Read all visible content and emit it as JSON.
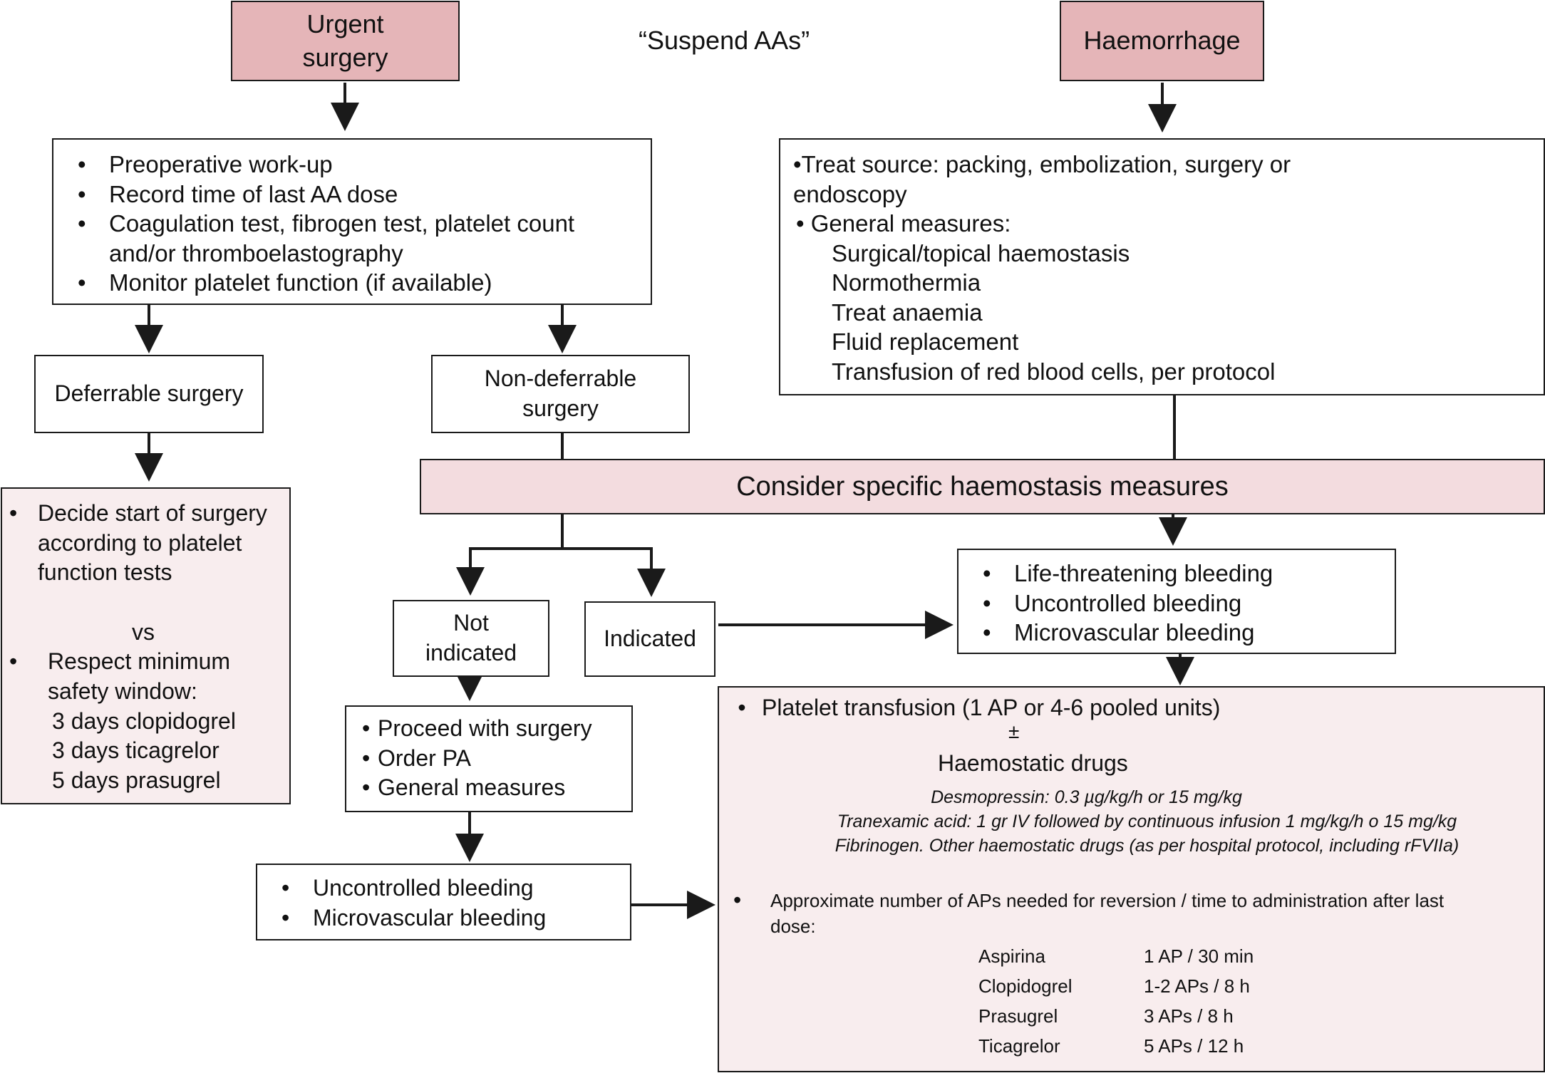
{
  "header": {
    "urgent": "Urgent surgery",
    "suspend": "“Suspend AAs”",
    "haemorrhage": "Haemorrhage"
  },
  "preop": {
    "items": [
      "Preoperative work-up",
      "Record time of last AA dose",
      "Coagulation test, fibrogen test, platelet count and/or thromboelastography",
      "Monitor platelet function (if available)"
    ]
  },
  "treat": {
    "source_label": "•Treat source: packing, embolization, surgery or endoscopy",
    "general_label": "General measures:",
    "general_items": [
      "Surgical/topical haemostasis",
      "Normothermia",
      "Treat anaemia",
      "Fluid replacement",
      "Transfusion of red blood cells, per protocol"
    ]
  },
  "deferrable": {
    "label": "Deferrable surgery"
  },
  "nondeferrable": {
    "label": "Non-deferrable surgery"
  },
  "consider": {
    "label": "Consider specific haemostasis measures"
  },
  "deferrable_detail": {
    "item1": "Decide start of surgery according to platelet function tests",
    "vs": "vs",
    "item2": "Respect minimum safety window:",
    "windows": [
      "3 days clopidogrel",
      "3 days ticagrelor",
      "5 days prasugrel"
    ]
  },
  "not_indicated": {
    "label": "Not indicated"
  },
  "indicated": {
    "label": "Indicated"
  },
  "bleeding_top": {
    "items": [
      "Life-threatening bleeding",
      "Uncontrolled bleeding",
      "Microvascular bleeding"
    ]
  },
  "proceed": {
    "items": [
      "Proceed with surgery",
      "Order PA",
      "General measures"
    ]
  },
  "bleeding_bottom": {
    "items": [
      "Uncontrolled bleeding",
      "Microvascular bleeding"
    ]
  },
  "platelet": {
    "item1": "Platelet transfusion (1 AP or 4-6 pooled units)",
    "plusminus": "±",
    "drugs_title": "Haemostatic drugs",
    "drugs": [
      "Desmopressin: 0.3 µg/kg/h or 15 mg/kg",
      "Tranexamic acid: 1 gr IV followed by continuous infusion 1 mg/kg/h o 15 mg/kg",
      "Fibrinogen. Other haemostatic drugs (as per hospital protocol, including rFVIIa)"
    ],
    "approx": "Approximate number of APs needed for reversion / time to administration after last dose:",
    "table": [
      {
        "drug": "Aspirina",
        "value": "1 AP / 30 min"
      },
      {
        "drug": "Clopidogrel",
        "value": "1-2 APs / 8 h"
      },
      {
        "drug": "Prasugrel",
        "value": "3 APs / 8 h"
      },
      {
        "drug": "Ticagrelor",
        "value": "5 APs / 12 h"
      }
    ]
  },
  "colors": {
    "header_fill": "#e5b5b8",
    "band_fill": "#f3dcdf",
    "panel_fill": "#f8edee",
    "line": "#1a1a1a"
  }
}
